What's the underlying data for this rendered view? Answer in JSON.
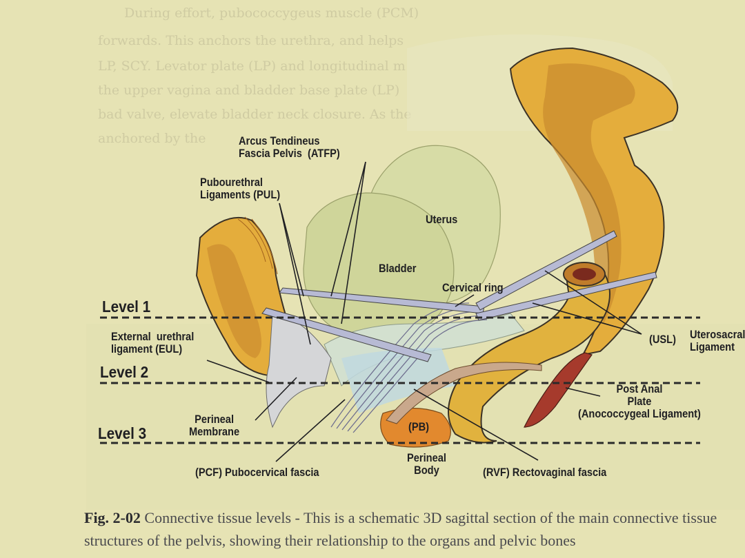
{
  "background_text": [
    "During effort, pubococcygeus muscle (PCM)",
    "forwards. This anchors the urethra, and helps",
    "LP, SCY. Levator plate (LP) and longitudinal m",
    "the upper vagina and bladder base plate (LP)",
    "bad valve, elevate bladder neck closure. As the",
    "anchored by the"
  ],
  "labels": {
    "atfp": "Arcus Tendineus\nFascia Pelvis  (ATFP)",
    "pul": "Pubourethral\nLigaments (PUL)",
    "uterus": "Uterus",
    "bladder": "Bladder",
    "cervical_ring": "Cervical ring",
    "eul": "External  urethral\nligament (EUL)",
    "usl": "(USL)",
    "usl_text": "Uterosacral\nLigament",
    "post_anal": "Post Anal\nPlate\n(Anococcygeal Ligament)",
    "perineal_membrane": "Perineal\nMembrane",
    "pb": "(PB)",
    "perineal_body": "Perineal\nBody",
    "pcf": "(PCF) Pubocervical fascia",
    "rvf": "(RVF) Rectovaginal fascia"
  },
  "levels": {
    "level1": "Level 1",
    "level2": "Level 2",
    "level3": "Level 3"
  },
  "caption": {
    "fig": "Fig. 2-02",
    "text": " Connective tissue levels - This is a schematic 3D sagittal section of the main connective tissue structures of the pelvis, showing their relationship to the organs and pelvic bones"
  },
  "colors": {
    "page": "#e6e3b4",
    "bone": "#e4ad3c",
    "bone_inner": "#c98a2e",
    "organ": "#d3d89e",
    "perineal_body": "#e2892e",
    "rectum": "#e1b23e",
    "ligament": "#aeb2cf",
    "dashed_line": "#2a2a2a"
  }
}
